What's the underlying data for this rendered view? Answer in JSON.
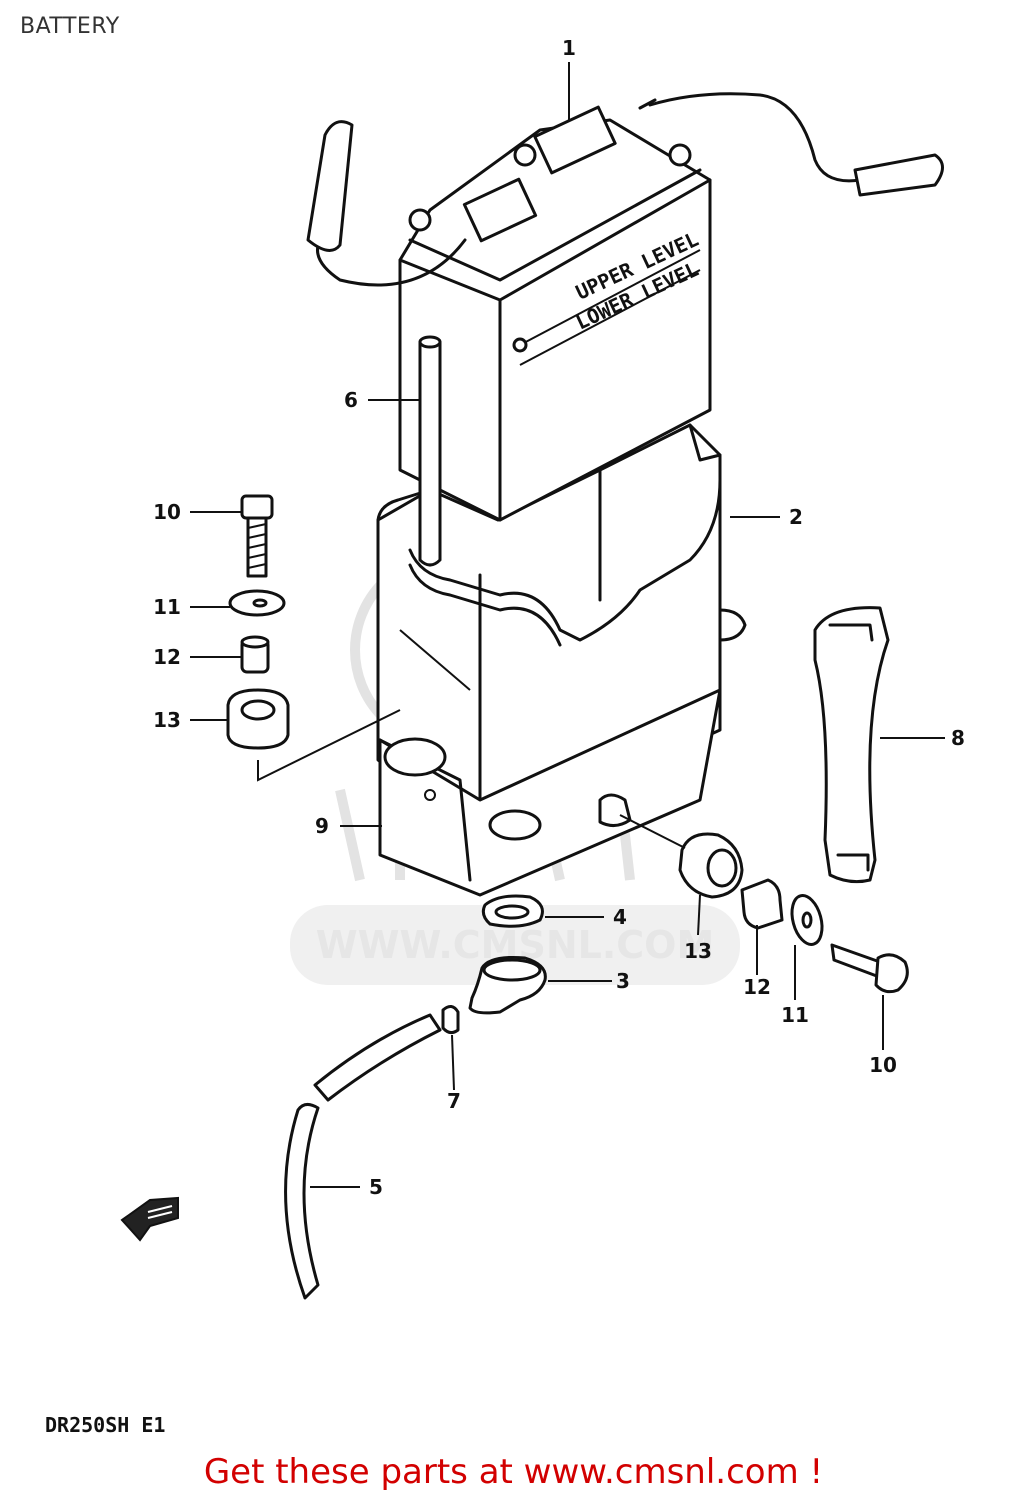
{
  "header": {
    "title": "BATTERY"
  },
  "watermark": {
    "text": "WWW.CMSNL.COM",
    "logo": "cmsnl-logo"
  },
  "callouts": [
    {
      "id": "c1",
      "label": "1"
    },
    {
      "id": "c2",
      "label": "2"
    },
    {
      "id": "c3",
      "label": "3"
    },
    {
      "id": "c4",
      "label": "4"
    },
    {
      "id": "c5",
      "label": "5"
    },
    {
      "id": "c6",
      "label": "6"
    },
    {
      "id": "c7",
      "label": "7"
    },
    {
      "id": "c8",
      "label": "8"
    },
    {
      "id": "c9",
      "label": "9"
    },
    {
      "id": "c10a",
      "label": "10"
    },
    {
      "id": "c10b",
      "label": "10"
    },
    {
      "id": "c11a",
      "label": "11"
    },
    {
      "id": "c11b",
      "label": "11"
    },
    {
      "id": "c12a",
      "label": "12"
    },
    {
      "id": "c12b",
      "label": "12"
    },
    {
      "id": "c13a",
      "label": "13"
    },
    {
      "id": "c13b",
      "label": "13"
    }
  ],
  "battery_labels": {
    "upper": "UPPER LEVEL",
    "lower": "LOWER LEVEL"
  },
  "model_code": "DR250SH E1",
  "footer": {
    "text": "Get these parts at www.cmsnl.com !"
  },
  "icons": {
    "direction": "front-arrow-icon"
  }
}
